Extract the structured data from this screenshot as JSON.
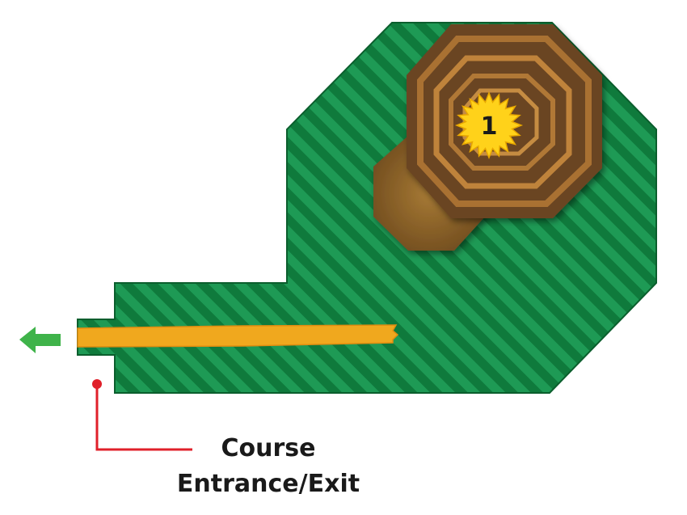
{
  "map": {
    "marker_number": "1",
    "entrance_label_line1": "Course",
    "entrance_label_line2": "Entrance/Exit",
    "exit_arrow_icon": "left-arrow-icon",
    "marker_icon": "star-burst-icon"
  },
  "colors": {
    "grass_dark": "#0f7a3c",
    "grass_light": "#1ea058",
    "mound_outer": "#6b4420",
    "mound_ring": "#c98a3e",
    "mound_base": "#7a5524",
    "path": "#f0a81e",
    "star": "#ffd21a",
    "leader_line": "#e0202a",
    "arrow": "#3fb34a"
  }
}
